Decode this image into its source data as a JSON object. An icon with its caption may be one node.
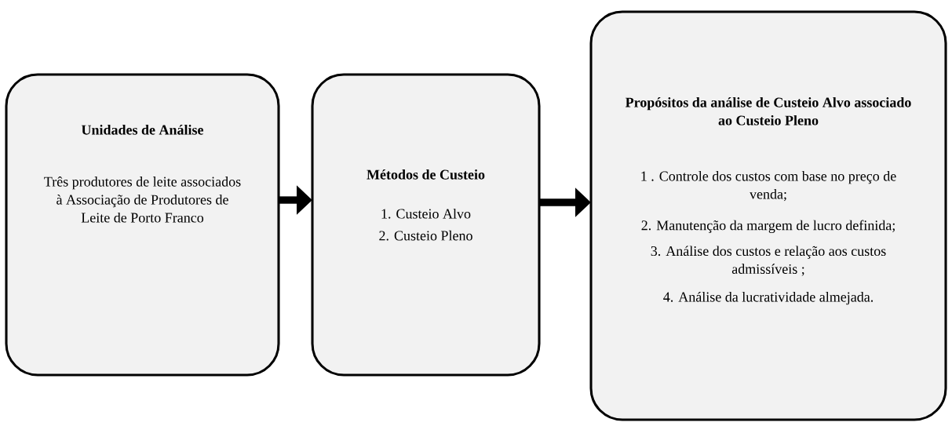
{
  "diagram": {
    "nodes": [
      {
        "text": [
          "Unidades de Análise",
          "Três produtores de leite associados à Associação de Produtores de Leite de Porto Franco"
        ]
      },
      {
        "text": [
          "Métodos de Custeio",
          "1. Custeio Alvo",
          "2. Custeio Pleno"
        ]
      },
      {
        "text": [
          "Propósitos da análise de Custeio Alvo associado ao Custeio Pleno",
          "1 . Controle dos custos com base no preço de venda;",
          "2.  Manutenção da margem de lucro definida;",
          "3. Análise dos custos e relação aos custos admissíveis ;",
          "4. Análise da lucratividade almejada."
        ]
      }
    ],
    "edges": [
      {
        "from": 0,
        "to": 1,
        "arrow": "to"
      },
      {
        "from": 1,
        "to": 2,
        "arrow": "to"
      }
    ]
  }
}
